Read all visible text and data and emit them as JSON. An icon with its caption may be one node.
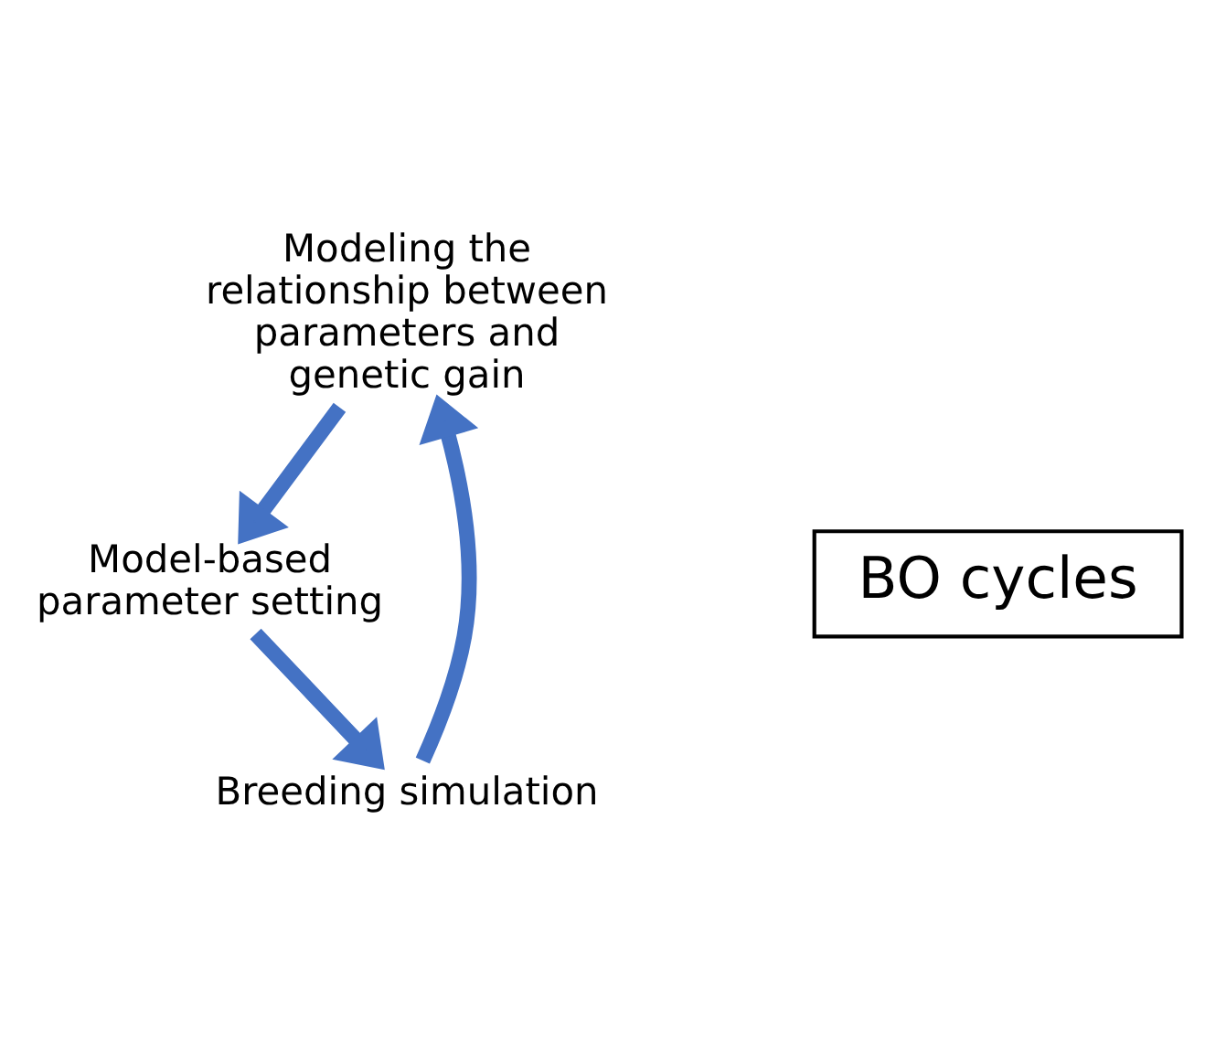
{
  "diagram": {
    "nodes": [
      {
        "text": [
          "Modeling the relationship between parameters and genetic gain"
        ]
      },
      {
        "text": [
          "Model-based parameter setting"
        ]
      },
      {
        "text": [
          "Breeding simulation"
        ]
      },
      {
        "text": [
          "BO cycles"
        ]
      }
    ],
    "edges": [
      {
        "from": 0,
        "to": 1,
        "arrow": "to"
      },
      {
        "from": 1,
        "to": 2,
        "arrow": "to"
      },
      {
        "from": 2,
        "to": 0,
        "arrow": "to"
      }
    ]
  }
}
